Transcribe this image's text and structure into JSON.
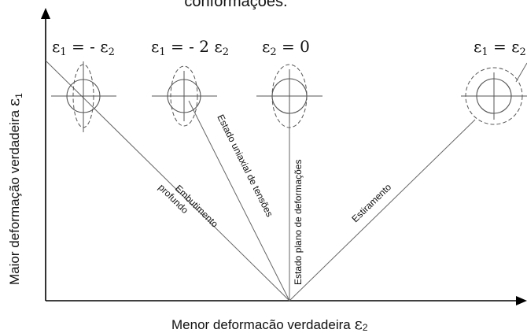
{
  "title_fragment": "conformações.",
  "axes": {
    "y_label_text": "Maior deformação verdadeira ",
    "y_label_symbol": "ε",
    "y_label_sub": "1",
    "x_label_text": "Menor deformacão verdadeira ",
    "x_label_symbol": "ε",
    "x_label_sub": "2"
  },
  "conditions": [
    {
      "e": "ε",
      "s1": "1",
      "rel": " = - ",
      "e2": "ε",
      "s2": "2"
    },
    {
      "e": "ε",
      "s1": "1",
      "rel": " = - 2 ",
      "e2": "ε",
      "s2": "2"
    },
    {
      "e": "ε",
      "s1": "2",
      "rel": " = 0",
      "e2": "",
      "s2": ""
    },
    {
      "e": "ε",
      "s1": "1",
      "rel": " = ",
      "e2": "ε",
      "s2": "2"
    }
  ],
  "line_labels": {
    "embutimento_line1": "Embutimento",
    "embutimento_line2": "profundo",
    "uniaxial": "Estado uniaxial de tensões",
    "plano": "Estado plano de deformações",
    "estiramento": "Estiramento"
  },
  "colors": {
    "line": "#555555",
    "axis": "#000000",
    "text": "#111111",
    "dashed": "#555555"
  }
}
